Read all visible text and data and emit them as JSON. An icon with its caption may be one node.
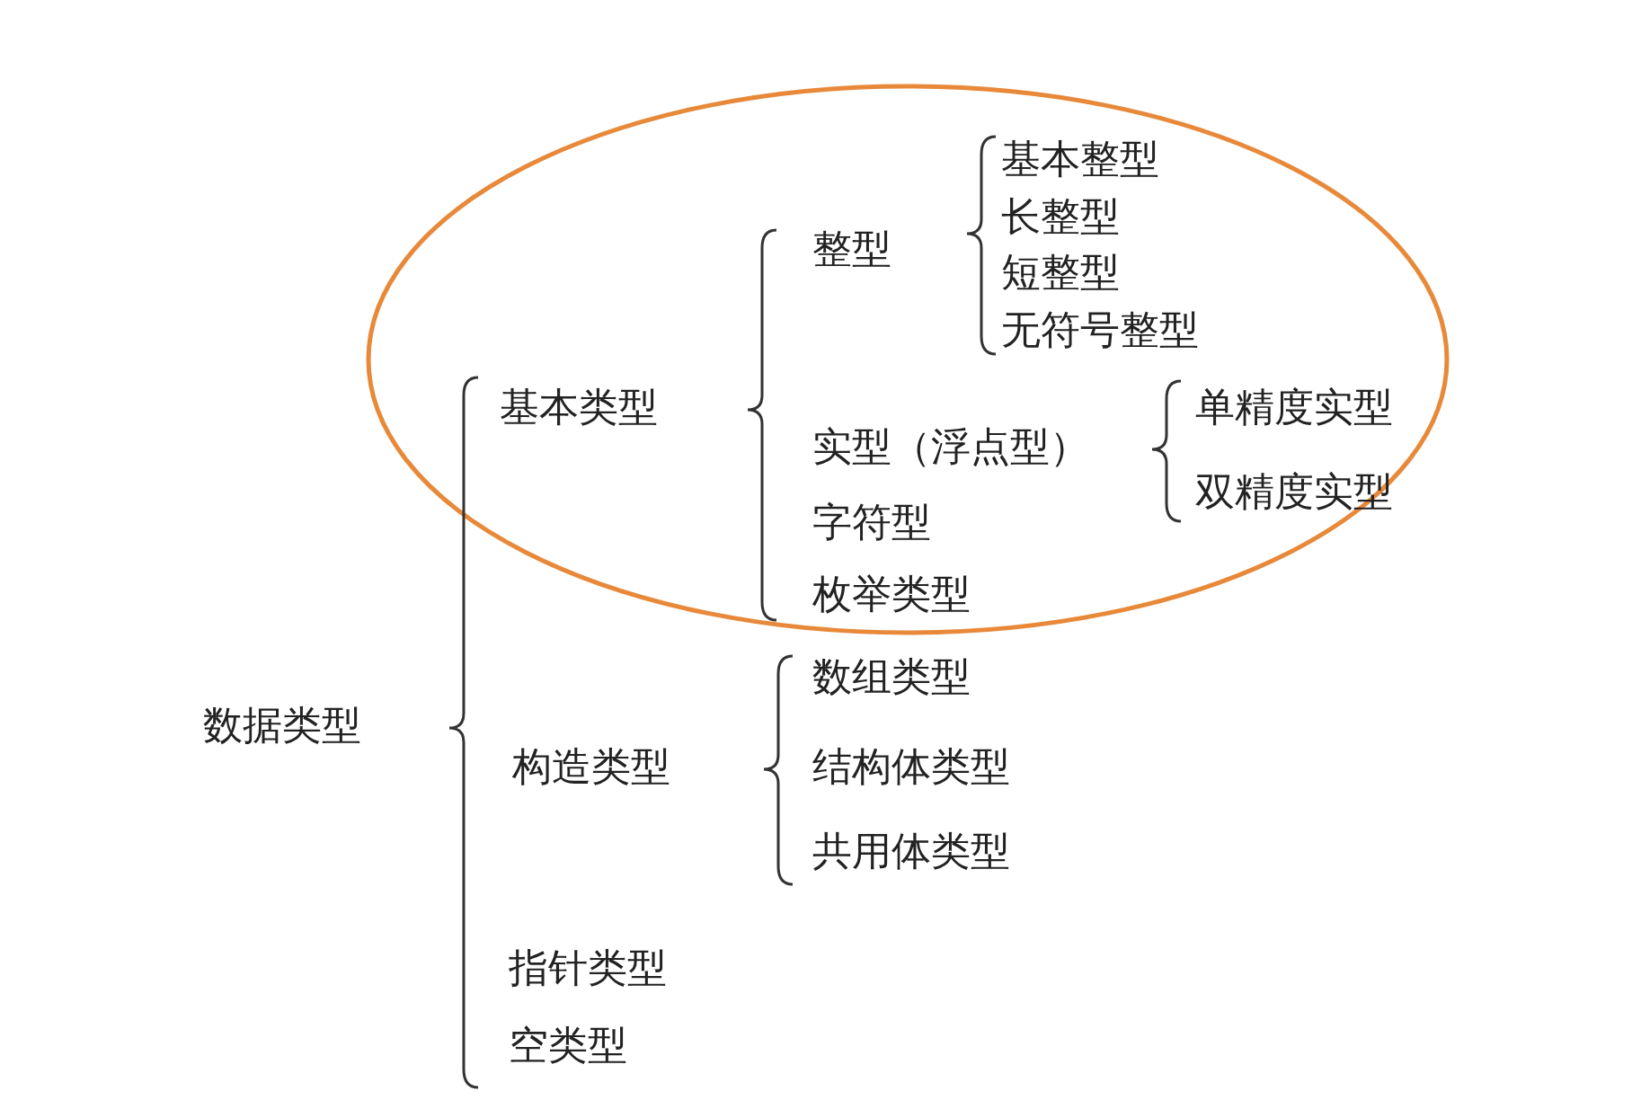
{
  "diagram": {
    "labels": [
      "数据类型",
      "基本类型",
      "整型",
      "基本整型",
      "长整型",
      "短整型",
      "无符号整型",
      "实型（浮点型）",
      "单精度实型",
      "双精度实型",
      "字符型",
      "枚举类型",
      "构造类型",
      "数组类型",
      "结构体类型",
      "共用体类型",
      "指针类型",
      "空类型"
    ]
  }
}
